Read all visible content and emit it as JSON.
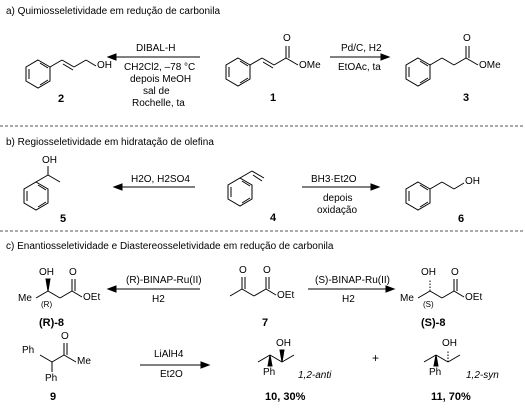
{
  "sections": {
    "a": "a) Quimiosseletividade em redução de carbonila",
    "b": "b) Regiosseletividade em hidratação de olefina",
    "c": "c) Enantiosseletividade e Diastereosseletividade em redução de carbonila"
  },
  "section_a": {
    "left_reagent_line1": "DIBAL-H",
    "left_reagent_line2": "CH2Cl2, –78 °C",
    "left_reagent_line3": "depois MeOH",
    "left_reagent_line4": "sal de",
    "left_reagent_line5": "Rochelle, ta",
    "right_reagent_line1": "Pd/C, H2",
    "right_reagent_line2": "EtOAc, ta",
    "cmpd_left": "2",
    "cmpd_center": "1",
    "cmpd_right": "3",
    "oh_label": "OH",
    "ome_label_1": "OMe",
    "ome_label_3": "OMe",
    "o_label_1": "O",
    "o_label_3": "O"
  },
  "section_b": {
    "left_reagent": "H2O, H2SO4",
    "right_reagent_line1": "BH3·Et2O",
    "right_reagent_line2": "depois",
    "right_reagent_line3": "oxidação",
    "cmpd_left": "5",
    "cmpd_center": "4",
    "cmpd_right": "6",
    "oh_5": "OH",
    "oh_6": "OH"
  },
  "section_c": {
    "left_reagent_line1": "(R)-BINAP-Ru(II)",
    "left_reagent_line2": "H2",
    "right_reagent_line1": "(S)-BINAP-Ru(II)",
    "right_reagent_line2": "H2",
    "cmpd_r8": "(R)-8",
    "cmpd_7": "7",
    "cmpd_s8": "(S)-8",
    "r8_oh": "OH",
    "r8_o": "O",
    "r8_me": "Me",
    "r8_stereo": "(R)",
    "r8_oet": "OEt",
    "k7_o1": "O",
    "k7_o2": "O",
    "k7_oet": "OEt",
    "s8_oh": "OH",
    "s8_o": "O",
    "s8_me": "Me",
    "s8_stereo": "(S)",
    "s8_oet": "OEt",
    "reduction_reagent_line1": "LiAlH4",
    "reduction_reagent_line2": "Et2O",
    "cmpd_9": "9",
    "k9_o": "O",
    "k9_me": "Me",
    "k9_ph": "Ph",
    "prod10_label": "10, 30%",
    "prod10_oh": "OH",
    "prod10_ph": "Ph",
    "prod10_rel": "1,2-anti",
    "plus": "+",
    "prod11_label": "11, 70%",
    "prod11_oh": "OH",
    "prod11_ph": "Ph",
    "prod11_rel": "1,2-syn"
  }
}
